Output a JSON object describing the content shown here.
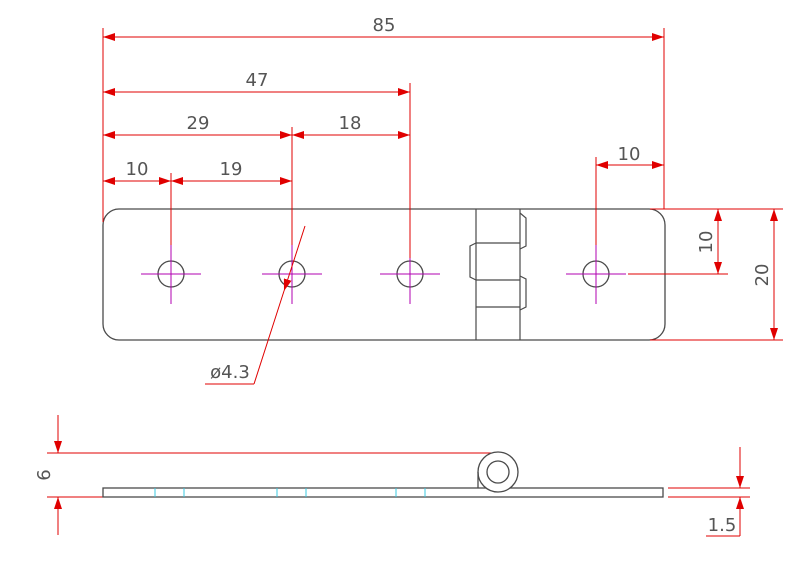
{
  "drawing": {
    "colors": {
      "outline": "#4a4a4a",
      "dimension": "#e00000",
      "centerline": "#b000b0",
      "hidden": "#38c8e0",
      "text": "#555555"
    },
    "dimensions": {
      "overall_length": "85",
      "hole3_from_edge": "47",
      "hole2_from_edge": "29",
      "hole2_to_hole3": "18",
      "hole1_from_edge": "10",
      "hole1_to_hole2": "19",
      "hole4_from_right_edge": "10",
      "hole_center_height": "10",
      "overall_width": "20",
      "hole_diameter": "ø4.3",
      "total_height": "6",
      "plate_thickness": "1.5"
    }
  }
}
